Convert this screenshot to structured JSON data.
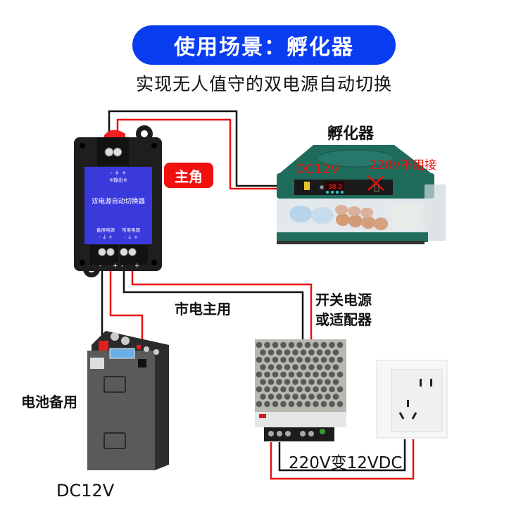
{
  "header": {
    "title": "使用场景：孵化器",
    "subtitle": "实现无人值守的双电源自动切换"
  },
  "switcher": {
    "badge": "主角",
    "panel_title": "双电源自动切换器",
    "output_label": "※输出※",
    "backup_input_label": "备用电源",
    "main_input_label": "常用电源",
    "polarity": "- ⏚ +"
  },
  "incubator": {
    "label": "孵化器",
    "dc_label": "DC12V",
    "ac_label": "220V不用接",
    "ac_cross": "×"
  },
  "mains": {
    "route_label": "市电主用",
    "psu_label_line1": "开关电源",
    "psu_label_line2": "或适配器",
    "conversion_label": "220V变12VDC"
  },
  "battery": {
    "label": "电池备用",
    "voltage": "DC12V"
  },
  "colors": {
    "title_blue": "#0a3cf0",
    "badge_red": "#f01010",
    "wire_red": "#e81010",
    "wire_black": "#111111",
    "incubator_green": "#1f6b5c",
    "switch_panel_blue": "#3a3adc"
  }
}
